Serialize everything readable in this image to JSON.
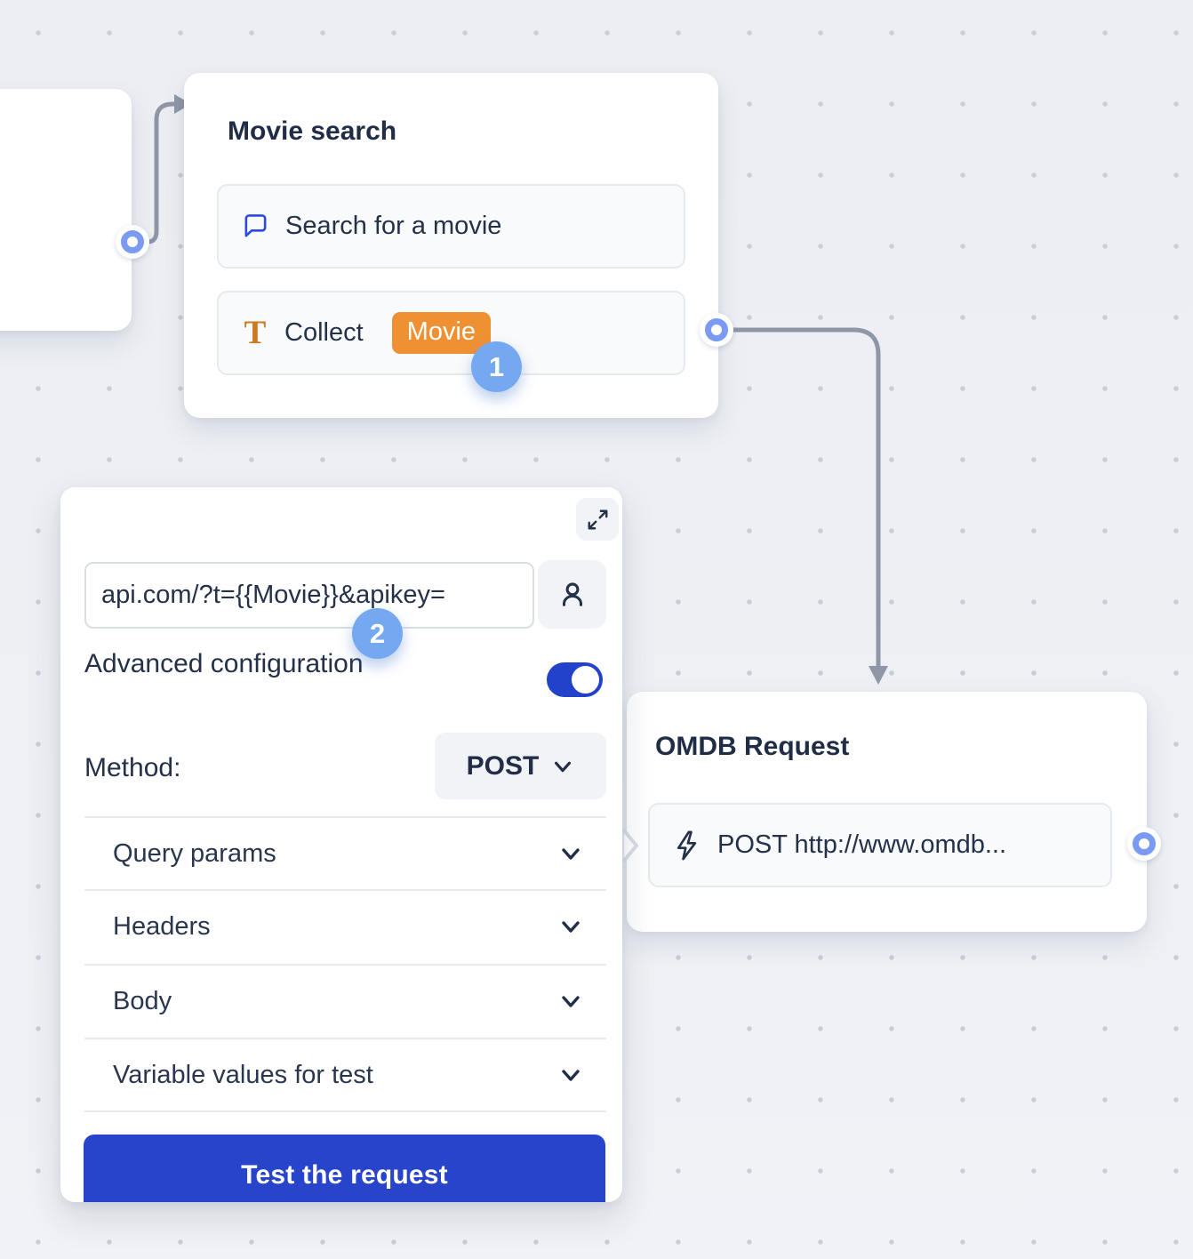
{
  "colors": {
    "accent_blue": "#2744cb",
    "toggle_blue": "#2342cb",
    "chat_icon_blue": "#2b4ae2",
    "variable_badge_orange": "#ef9133",
    "text_icon_orange": "#cd7a20",
    "annotation_badge_blue": "#74a9f1",
    "port_ring_blue": "#7b9af3",
    "connector_gray": "#8f97a7",
    "text_navy": "#243149",
    "canvas_background": "#edeff4"
  },
  "movie_search_node": {
    "title": "Movie search",
    "question_item": {
      "icon": "chat-bubble-icon",
      "label": "Search for a movie"
    },
    "collect_item": {
      "icon": "text-input-icon",
      "label": "Collect",
      "variable_badge": "Movie"
    },
    "annotation_badge": "1"
  },
  "webhook_panel": {
    "url_value": "api.com/?t={{Movie}}&apikey=",
    "annotation_badge": "2",
    "advanced_configuration_label": "Advanced configuration",
    "advanced_configuration_enabled": true,
    "method_label": "Method:",
    "method_value": "POST",
    "sections": [
      "Query params",
      "Headers",
      "Body",
      "Variable values for test"
    ],
    "test_button_label": "Test the request",
    "icons": [
      "expand-icon",
      "person-icon",
      "chevron-down-icon"
    ]
  },
  "omdb_node": {
    "title": "OMDB Request",
    "request_item": {
      "icon": "lightning-icon",
      "label": "POST http://www.omdb..."
    }
  }
}
